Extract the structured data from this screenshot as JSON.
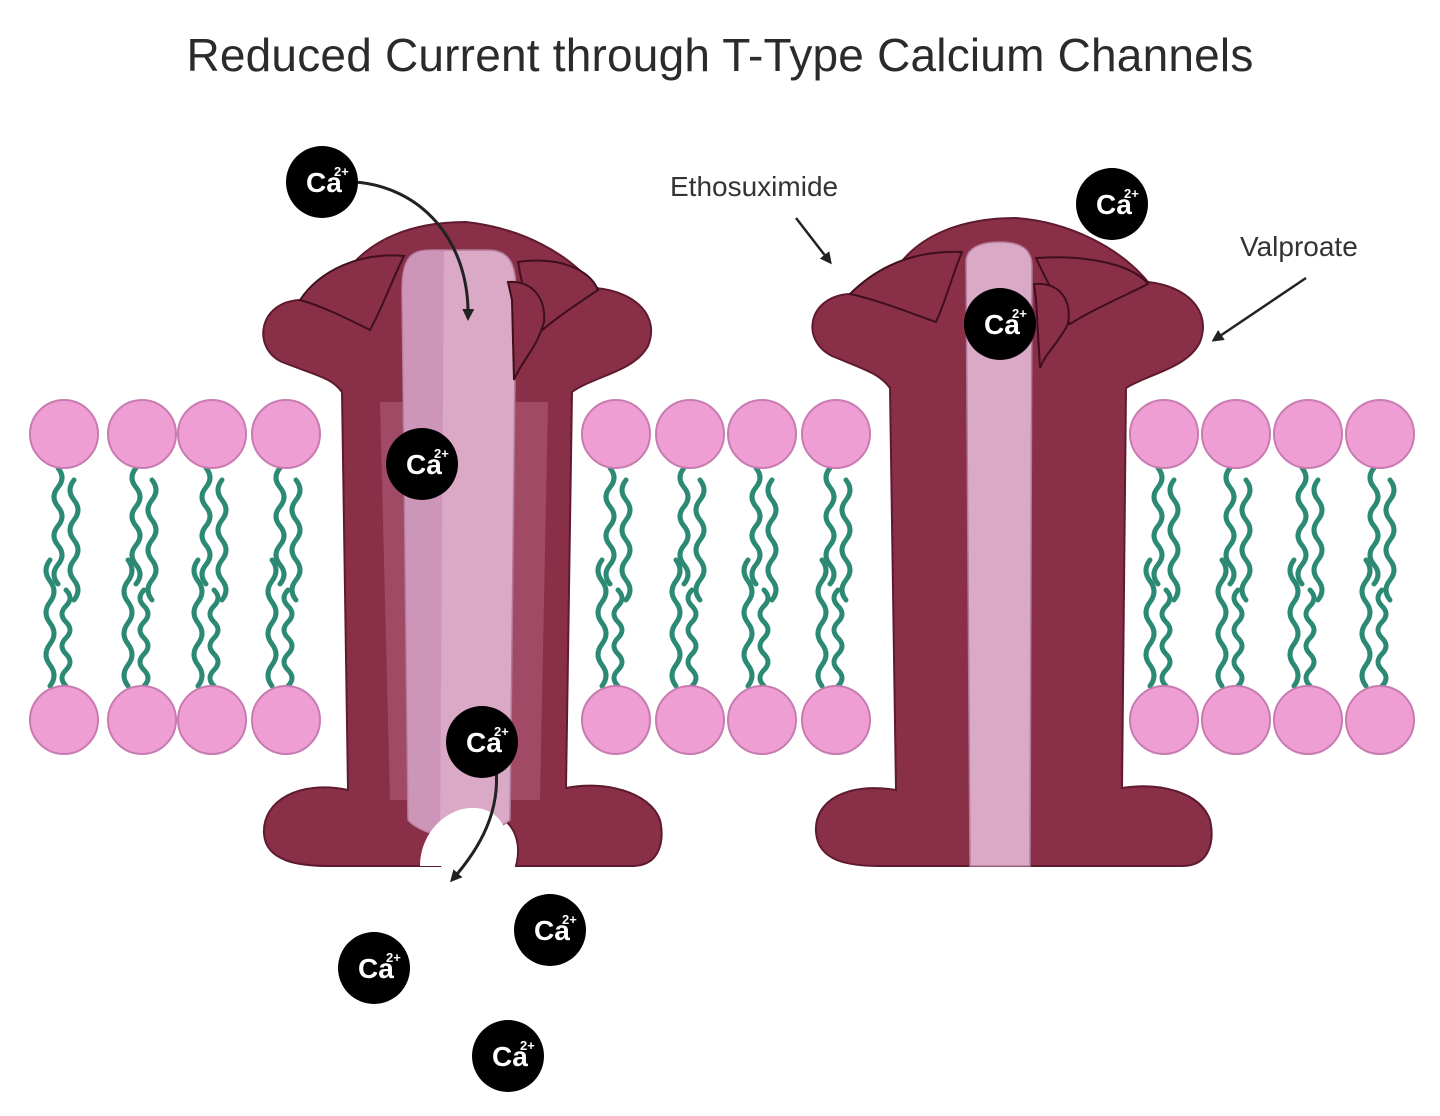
{
  "title": "Reduced Current through T-Type Calcium Channels",
  "labels": {
    "ethosuximide": "Ethosuximide",
    "valproate": "Valproate"
  },
  "ion": {
    "symbol": "Ca",
    "charge": "2+"
  },
  "colors": {
    "channel": "#8a2f48",
    "channel_outline": "#5e1a2e",
    "pore": "#d9a9c6",
    "pore_dark": "#c48ab0",
    "head": "#ee9ed3",
    "head_outline": "#c77bb0",
    "tail": "#2c8a74",
    "ion_fill": "#000000",
    "text": "#333333"
  }
}
